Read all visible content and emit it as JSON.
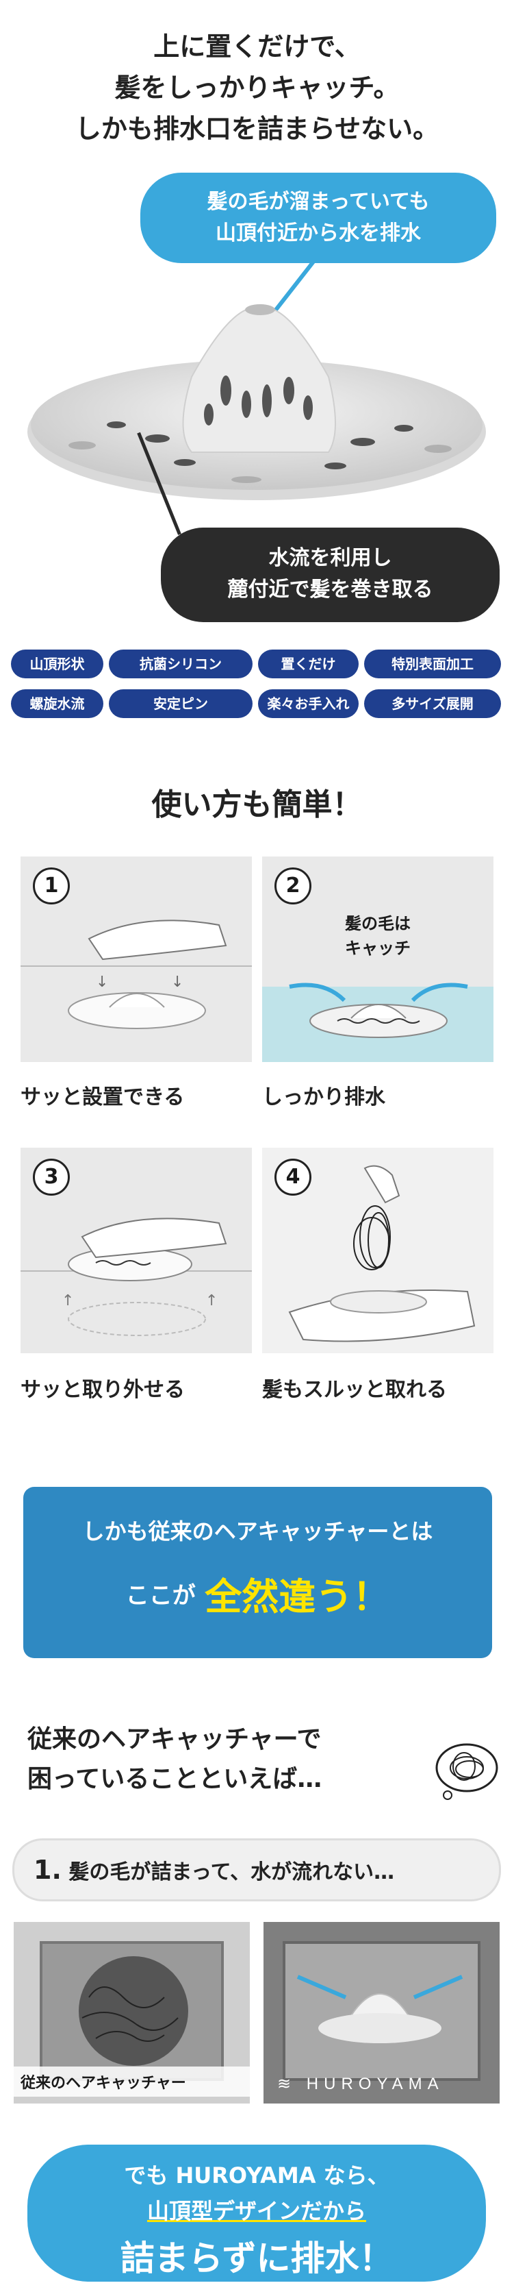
{
  "hero": {
    "heading_lines": [
      "上に置くだけで、",
      "髪をしっかりキャッチ。",
      "しかも排水口を詰まらせない。"
    ],
    "blue_bubble_lines": [
      "髪の毛が溜まっていても",
      "山頂付近から水を排水"
    ],
    "dark_bubble_lines": [
      "水流を利用し",
      "麓付近で髪を巻き取る"
    ]
  },
  "features": [
    "山頂形状",
    "抗菌シリコン",
    "置くだけ",
    "特別表面加工",
    "螺旋水流",
    "安定ピン",
    "楽々お手入れ",
    "多サイズ展開"
  ],
  "howto": {
    "title": "使い方も簡単！",
    "steps": [
      {
        "num": "1",
        "caption": "サッと設置できる"
      },
      {
        "num": "2",
        "caption": "しっかり排水",
        "inner_text_lines": [
          "髪の毛は",
          "キャッチ"
        ]
      },
      {
        "num": "3",
        "caption": "サッと取り外せる"
      },
      {
        "num": "4",
        "caption": "髪もスルッと取れる"
      }
    ]
  },
  "difference": {
    "line1": "しかも従来のヘアキャッチャーとは",
    "line2_prefix": "ここが",
    "line2_emphasis": "全然違う！"
  },
  "problems": {
    "heading_lines": [
      "従来のヘアキャッチャーで",
      "困っていることといえば…"
    ],
    "item_number": "1.",
    "item_text": "髪の毛が詰まって、水が流れない…",
    "left_label": "従来のヘアキャッチャー",
    "right_brand": "HUROYAMA"
  },
  "cta": {
    "line1": "でも HUROYAMA なら、",
    "line2": "山頂型デザインだから",
    "line3": "詰まらずに排水！"
  },
  "colors": {
    "blue": "#3aa8dc",
    "navy": "#1f3f8f",
    "dark": "#2b2b2b",
    "diff_blue": "#2f89c2",
    "emphasis_yellow": "#ffe400"
  }
}
